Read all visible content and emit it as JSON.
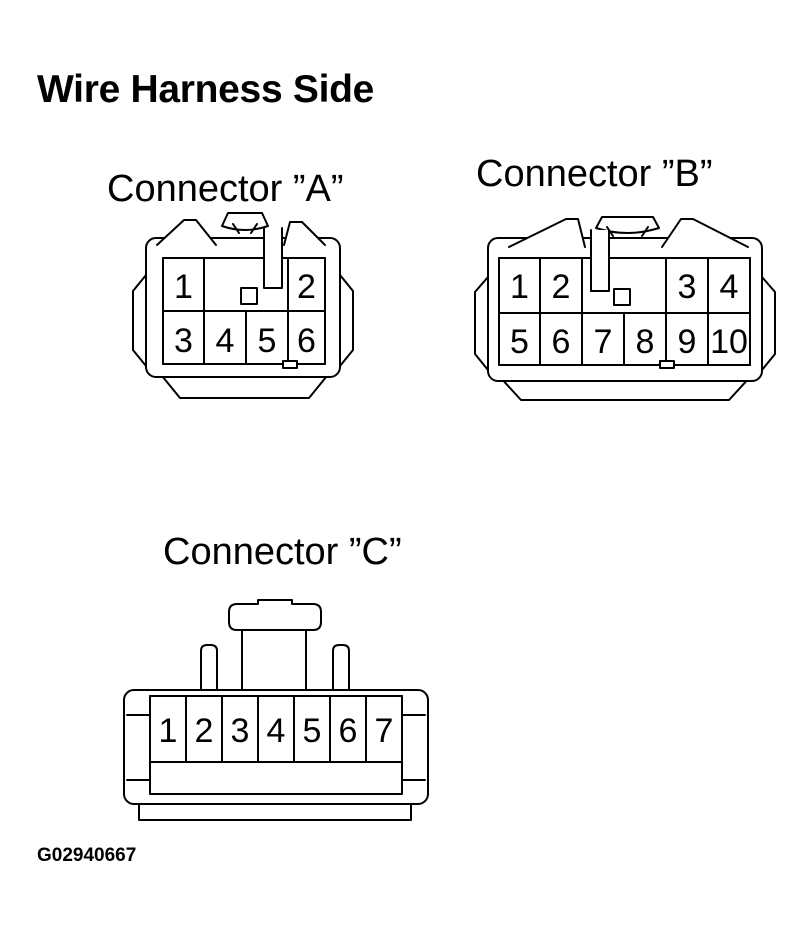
{
  "title": "Wire Harness Side",
  "figure_code": "G02940667",
  "connectors": {
    "a": {
      "label": "Connector ”A”",
      "pins": [
        "1",
        "2",
        "3",
        "4",
        "5",
        "6"
      ]
    },
    "b": {
      "label": "Connector ”B”",
      "pins": [
        "1",
        "2",
        "3",
        "4",
        "5",
        "6",
        "7",
        "8",
        "9",
        "10"
      ]
    },
    "c": {
      "label": "Connector ”C”",
      "pins": [
        "1",
        "2",
        "3",
        "4",
        "5",
        "6",
        "7"
      ]
    }
  }
}
